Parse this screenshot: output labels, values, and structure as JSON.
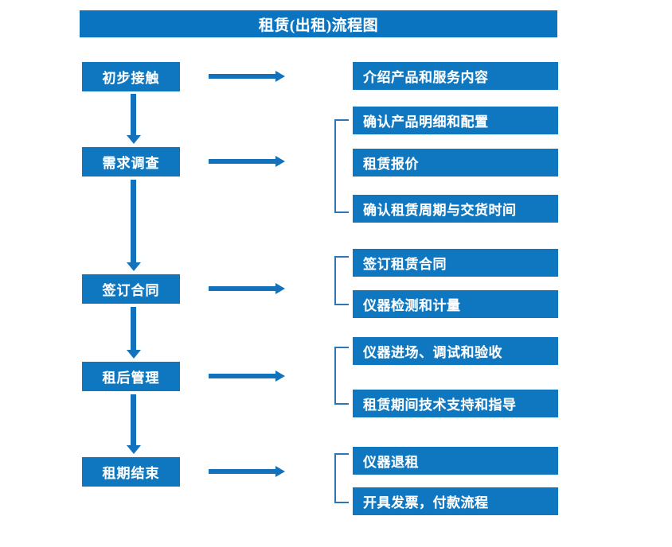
{
  "diagram": {
    "title": "租赁(出租)流程图",
    "accent_color": "#0E77C0",
    "title_color": "#0A74C0",
    "arrow_color": "#1273BC",
    "bracket_color": "#2E75B6",
    "arrow_icon": "right-arrow-icon",
    "flow_icon": "down-arrow-icon"
  },
  "stages": [
    {
      "label": "初步接触"
    },
    {
      "label": "需求调查"
    },
    {
      "label": "签订合同"
    },
    {
      "label": "租后管理"
    },
    {
      "label": "租期结束"
    }
  ],
  "details": [
    {
      "label": "介绍产品和服务内容"
    },
    {
      "label": "确认产品明细和配置"
    },
    {
      "label": "租赁报价"
    },
    {
      "label": "确认租赁周期与交货时间"
    },
    {
      "label": "签订租赁合同"
    },
    {
      "label": "仪器检测和计量"
    },
    {
      "label": "仪器进场、调试和验收"
    },
    {
      "label": "租赁期间技术支持和指导"
    },
    {
      "label": "仪器退租"
    },
    {
      "label": "开具发票，付款流程"
    }
  ]
}
